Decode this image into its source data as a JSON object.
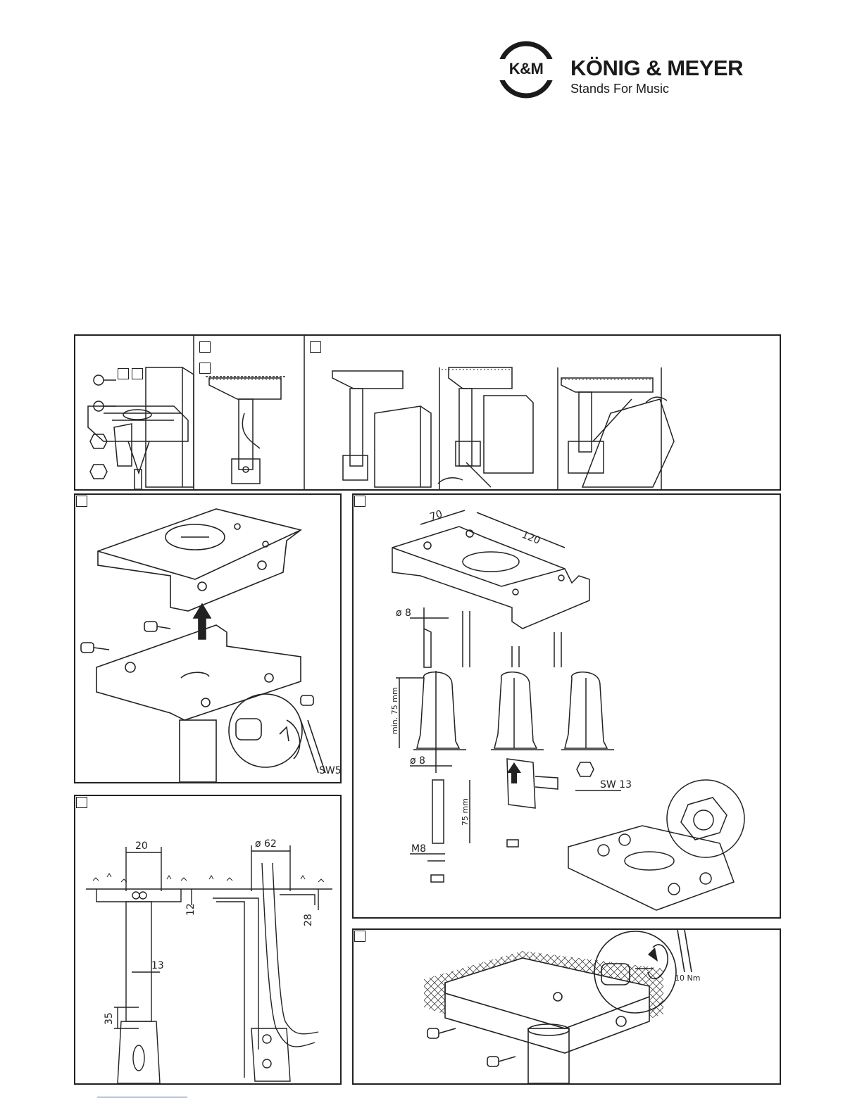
{
  "logo": {
    "badge_text": "K&M",
    "brand_name": "KÖNIG & MEYER",
    "tagline": "Stands For Music"
  },
  "dimensions": {
    "fig_b": {
      "hole_spacing_1": "70",
      "hole_spacing_2": "120",
      "drill_dia": "ø 8",
      "anchor_depth": "min. 75 mm",
      "anchor_dia": "ø 8",
      "anchor_length": "75 mm",
      "thread": "M8",
      "wrench": "SW 13"
    },
    "fig_a": {
      "wrench": "SW5"
    },
    "fig_c": {
      "d1": "20",
      "d2": "ø 62",
      "d3": "12",
      "d4": "28",
      "d5": "13",
      "d6": "35"
    },
    "fig_d": {
      "torque": "10 Nm"
    }
  }
}
